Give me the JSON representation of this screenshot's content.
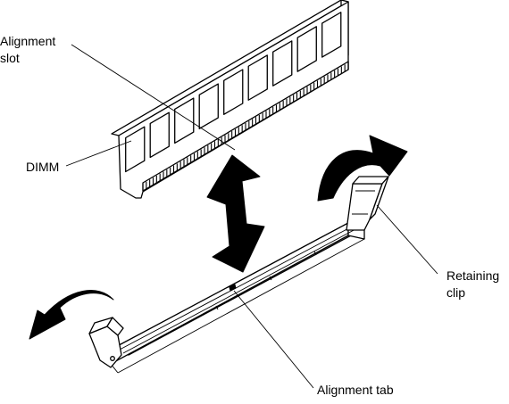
{
  "diagram": {
    "labels": {
      "alignment_slot_line1": "Alignment",
      "alignment_slot_line2": "slot",
      "dimm": "DIMM",
      "retaining_clip_line1": "Retaining",
      "retaining_clip_line2": "clip",
      "alignment_tab": "Alignment tab"
    }
  }
}
